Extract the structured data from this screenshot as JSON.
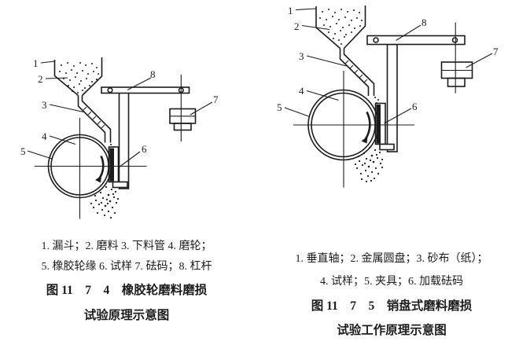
{
  "colors": {
    "background": "#ffffff",
    "ink": "#1c1c1c"
  },
  "left_figure": {
    "diagram": "rubber-wheel-abrasion-tester",
    "part_labels": [
      "1",
      "2",
      "3",
      "4",
      "5",
      "6",
      "7",
      "8"
    ],
    "legend_line1": "1. 漏斗；2. 磨料 3. 下料管 4. 磨轮；",
    "legend_line2": "5. 橡胶轮缘 6. 试样 7. 砝码；8. 杠杆",
    "title_line1": "图 11　7　4　橡胶轮磨料磨损",
    "title_line2": "试验原理示意图"
  },
  "right_figure": {
    "diagram": "pin-on-disc-abrasion-tester",
    "part_labels": [
      "1",
      "2",
      "3",
      "4",
      "5",
      "6",
      "7",
      "8"
    ],
    "legend_line1": "1. 垂直轴；2. 金属圆盘；3. 砂布（纸）；",
    "legend_line2": "4. 试样；5. 夹具；6. 加载砝码",
    "title_line1": "图 11　7　5　销盘式磨料磨损",
    "title_line2": "试验工作原理示意图"
  }
}
